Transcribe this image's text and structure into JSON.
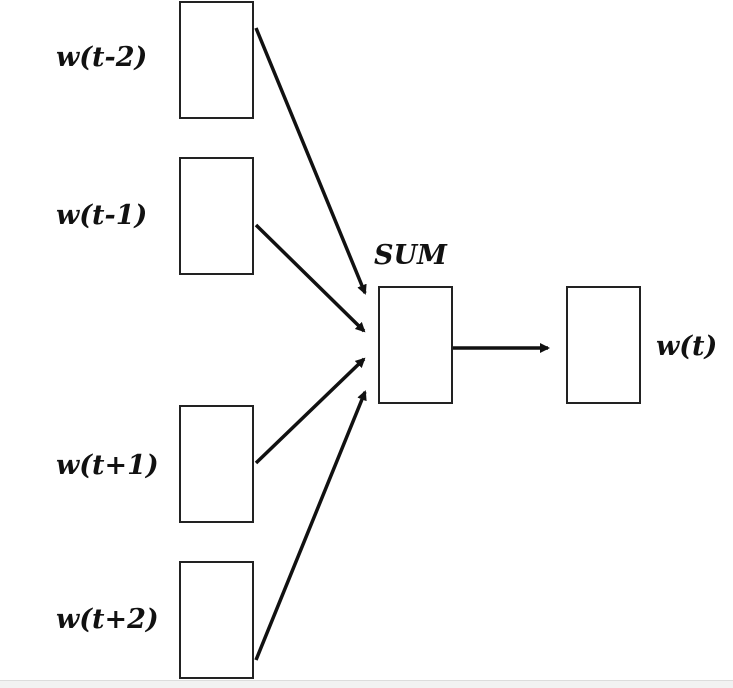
{
  "inputs": [
    {
      "label": "w(t-2)"
    },
    {
      "label": "w(t-1)"
    },
    {
      "label": "w(t+1)"
    },
    {
      "label": "w(t+2)"
    }
  ],
  "sum": {
    "label": "SUM"
  },
  "output": {
    "label": "w(t)"
  },
  "colors": {
    "stroke": "#222222",
    "text": "#111111",
    "background": "#ffffff"
  }
}
